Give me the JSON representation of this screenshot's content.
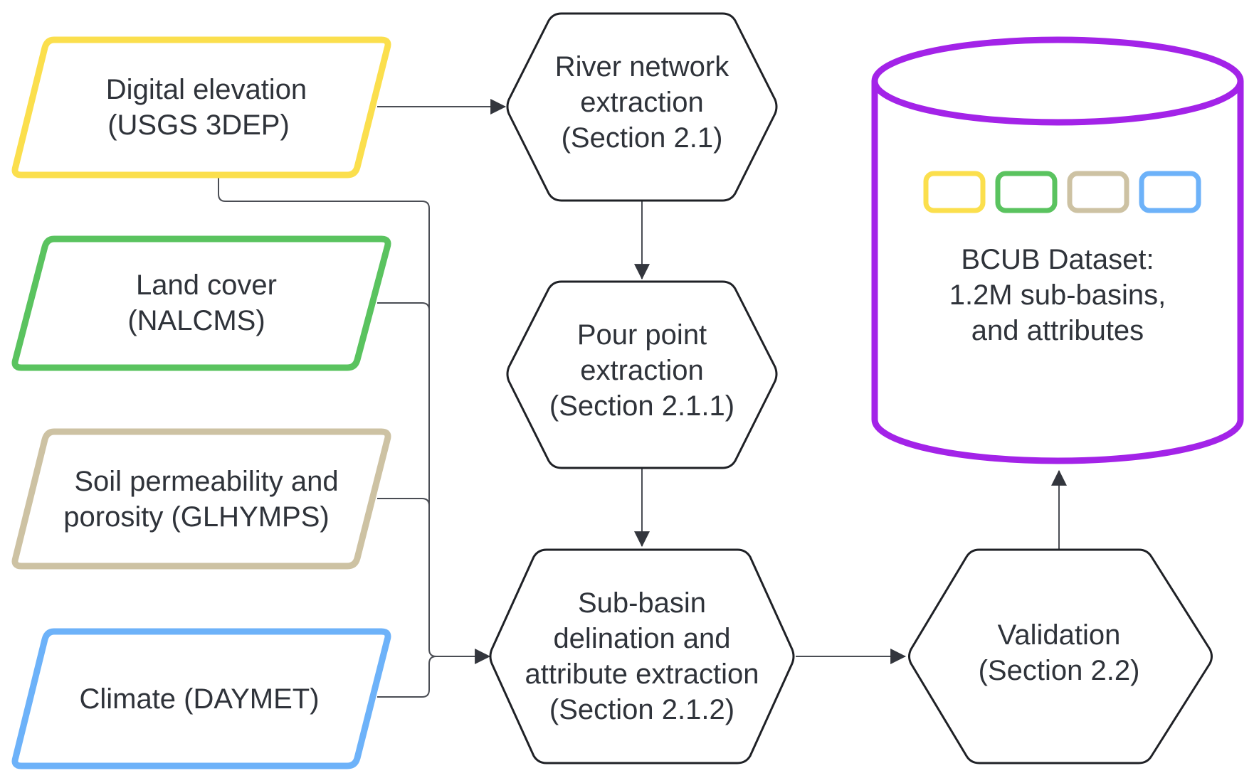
{
  "inputs": {
    "elevation": {
      "lines": [
        "Digital elevation",
        "(USGS 3DEP)"
      ],
      "color": "#fbdf4d"
    },
    "land_cover": {
      "lines": [
        "Land cover",
        "(NALCMS)"
      ],
      "color": "#5ac35f"
    },
    "soil": {
      "lines": [
        "Soil permeability and",
        "porosity (GLHYMPS)"
      ],
      "color": "#cdc2a3"
    },
    "climate": {
      "lines": [
        "Climate (DAYMET)"
      ],
      "color": "#6db2f9"
    }
  },
  "processes": {
    "river_network": {
      "lines": [
        "River network",
        "extraction",
        "(Section 2.1)"
      ]
    },
    "pour_point": {
      "lines": [
        "Pour point",
        "extraction",
        "(Section 2.1.1)"
      ]
    },
    "sub_basin": {
      "lines": [
        "Sub-basin",
        "delination and",
        "attribute extraction",
        "(Section 2.1.2)"
      ]
    },
    "validation": {
      "lines": [
        "Validation",
        "(Section 2.2)"
      ]
    }
  },
  "dataset": {
    "lines": [
      "BCUB Dataset:",
      "1.2M sub-basins,",
      "and attributes"
    ],
    "color": "#a323e8",
    "swatches": [
      "#fbdf4d",
      "#5ac35f",
      "#cdc2a3",
      "#6db2f9"
    ]
  },
  "colors": {
    "outline": "#1f2126",
    "connector": "#4a4d54",
    "text": "#2f333a"
  }
}
